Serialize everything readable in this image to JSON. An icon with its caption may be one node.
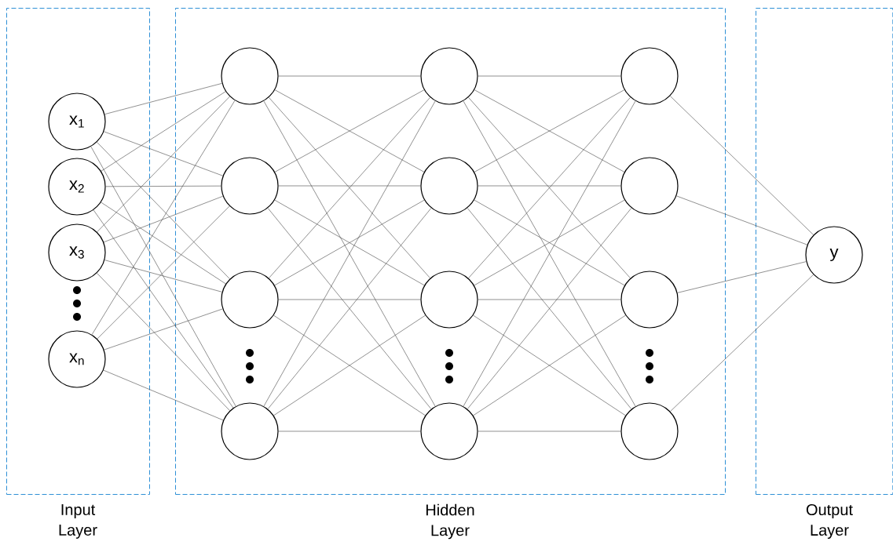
{
  "diagram": {
    "nodes": [
      {
        "text": [
          "Input Layer"
        ]
      },
      {
        "text": [
          "x$_{1}$"
        ],
        "in": 0
      },
      {
        "text": [
          "x$_{2}$"
        ],
        "in": 0
      },
      {
        "text": [
          "x$_{3}$"
        ],
        "in": 0
      },
      {
        "text": [
          "x$_{n}$"
        ],
        "in": 0
      },
      {
        "text": [
          "Hidden Layer"
        ]
      },
      {
        "text": [],
        "shape": "circle",
        "in": 5
      },
      {
        "text": [],
        "shape": "circle",
        "in": 5
      },
      {
        "text": [],
        "shape": "circle",
        "in": 5
      },
      {
        "text": [],
        "shape": "circle",
        "in": 5
      },
      {
        "text": [],
        "shape": "circle",
        "in": 5
      },
      {
        "text": [],
        "shape": "circle",
        "in": 5
      },
      {
        "text": [],
        "shape": "circle",
        "in": 5
      },
      {
        "text": [],
        "shape": "circle",
        "in": 5
      },
      {
        "text": [],
        "shape": "circle",
        "in": 5
      },
      {
        "text": [],
        "shape": "circle",
        "in": 5
      },
      {
        "text": [],
        "shape": "circle",
        "in": 5
      },
      {
        "text": [],
        "shape": "circle",
        "in": 5
      },
      {
        "text": [
          "Output Layer"
        ]
      },
      {
        "text": [
          "y"
        ],
        "in": 18
      }
    ],
    "edges": [
      {
        "from": 1,
        "to": 6,
        "arrow": "none"
      },
      {
        "from": 1,
        "to": 7,
        "arrow": "none"
      },
      {
        "from": 1,
        "to": 8,
        "arrow": "none"
      },
      {
        "from": 1,
        "to": 9,
        "arrow": "none"
      },
      {
        "from": 2,
        "to": 6,
        "arrow": "none"
      },
      {
        "from": 2,
        "to": 7,
        "arrow": "none"
      },
      {
        "from": 2,
        "to": 8,
        "arrow": "none"
      },
      {
        "from": 2,
        "to": 9,
        "arrow": "none"
      },
      {
        "from": 3,
        "to": 6,
        "arrow": "none"
      },
      {
        "from": 3,
        "to": 7,
        "arrow": "none"
      },
      {
        "from": 3,
        "to": 8,
        "arrow": "none"
      },
      {
        "from": 3,
        "to": 9,
        "arrow": "none"
      },
      {
        "from": 4,
        "to": 6,
        "arrow": "none"
      },
      {
        "from": 4,
        "to": 7,
        "arrow": "none"
      },
      {
        "from": 4,
        "to": 8,
        "arrow": "none"
      },
      {
        "from": 4,
        "to": 9,
        "arrow": "none"
      },
      {
        "from": 6,
        "to": 10,
        "arrow": "none"
      },
      {
        "from": 6,
        "to": 11,
        "arrow": "none"
      },
      {
        "from": 6,
        "to": 12,
        "arrow": "none"
      },
      {
        "from": 6,
        "to": 13,
        "arrow": "none"
      },
      {
        "from": 7,
        "to": 10,
        "arrow": "none"
      },
      {
        "from": 7,
        "to": 11,
        "arrow": "none"
      },
      {
        "from": 7,
        "to": 12,
        "arrow": "none"
      },
      {
        "from": 7,
        "to": 13,
        "arrow": "none"
      },
      {
        "from": 8,
        "to": 10,
        "arrow": "none"
      },
      {
        "from": 8,
        "to": 11,
        "arrow": "none"
      },
      {
        "from": 8,
        "to": 12,
        "arrow": "none"
      },
      {
        "from": 8,
        "to": 13,
        "arrow": "none"
      },
      {
        "from": 9,
        "to": 10,
        "arrow": "none"
      },
      {
        "from": 9,
        "to": 11,
        "arrow": "none"
      },
      {
        "from": 9,
        "to": 12,
        "arrow": "none"
      },
      {
        "from": 9,
        "to": 13,
        "arrow": "none"
      },
      {
        "from": 10,
        "to": 14,
        "arrow": "none"
      },
      {
        "from": 10,
        "to": 15,
        "arrow": "none"
      },
      {
        "from": 10,
        "to": 16,
        "arrow": "none"
      },
      {
        "from": 10,
        "to": 17,
        "arrow": "none"
      },
      {
        "from": 11,
        "to": 14,
        "arrow": "none"
      },
      {
        "from": 11,
        "to": 15,
        "arrow": "none"
      },
      {
        "from": 11,
        "to": 16,
        "arrow": "none"
      },
      {
        "from": 11,
        "to": 17,
        "arrow": "none"
      },
      {
        "from": 12,
        "to": 14,
        "arrow": "none"
      },
      {
        "from": 12,
        "to": 15,
        "arrow": "none"
      },
      {
        "from": 12,
        "to": 16,
        "arrow": "none"
      },
      {
        "from": 12,
        "to": 17,
        "arrow": "none"
      },
      {
        "from": 13,
        "to": 14,
        "arrow": "none"
      },
      {
        "from": 13,
        "to": 15,
        "arrow": "none"
      },
      {
        "from": 13,
        "to": 16,
        "arrow": "none"
      },
      {
        "from": 13,
        "to": 17,
        "arrow": "none"
      },
      {
        "from": 14,
        "to": 19,
        "arrow": "none"
      },
      {
        "from": 15,
        "to": 19,
        "arrow": "none"
      },
      {
        "from": 16,
        "to": 19,
        "arrow": "none"
      },
      {
        "from": 17,
        "to": 19,
        "arrow": "none"
      }
    ]
  }
}
